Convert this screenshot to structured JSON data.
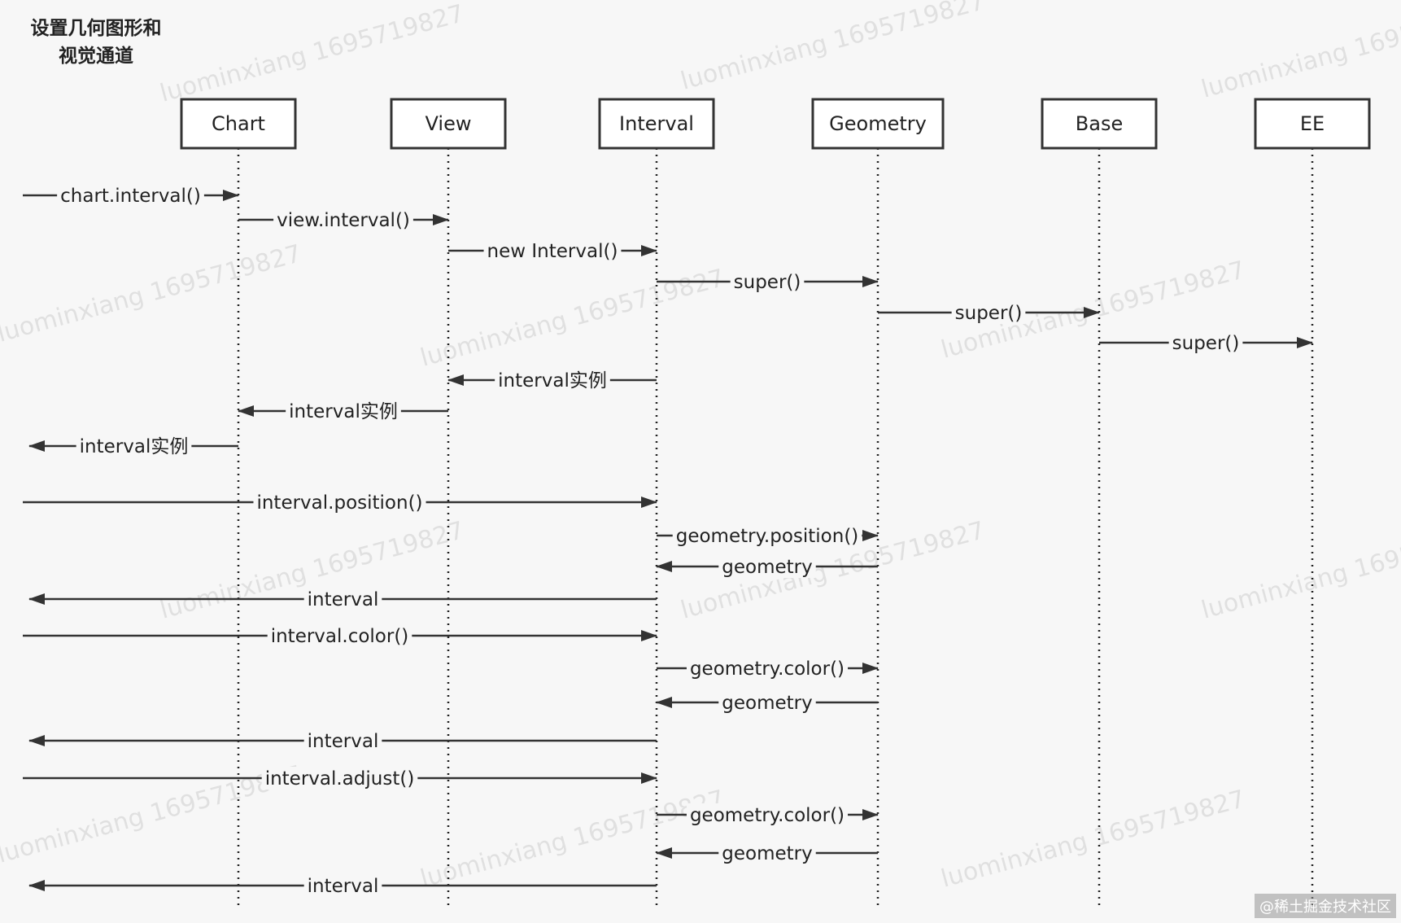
{
  "title": {
    "line1": "设置几何图形和",
    "line2": "视觉通道"
  },
  "watermark": {
    "text": "luominxiang 1695719827",
    "corner": "@稀土掘金技术社区"
  },
  "participants": [
    {
      "id": "chart",
      "label": "Chart"
    },
    {
      "id": "view",
      "label": "View"
    },
    {
      "id": "interval",
      "label": "Interval"
    },
    {
      "id": "geometry",
      "label": "Geometry"
    },
    {
      "id": "base",
      "label": "Base"
    },
    {
      "id": "ee",
      "label": "EE"
    }
  ],
  "messages": [
    {
      "label": "chart.interval()",
      "from": "external",
      "to": "chart"
    },
    {
      "label": "view.interval()",
      "from": "chart",
      "to": "view"
    },
    {
      "label": "new Interval()",
      "from": "view",
      "to": "interval"
    },
    {
      "label": "super()",
      "from": "interval",
      "to": "geometry"
    },
    {
      "label": "super()",
      "from": "geometry",
      "to": "base"
    },
    {
      "label": "super()",
      "from": "base",
      "to": "ee"
    },
    {
      "label": "interval实例",
      "from": "interval",
      "to": "view"
    },
    {
      "label": "interval实例",
      "from": "view",
      "to": "chart"
    },
    {
      "label": "interval实例",
      "from": "chart",
      "to": "external"
    },
    {
      "label": "interval.position()",
      "from": "external",
      "to": "interval"
    },
    {
      "label": "geometry.position()",
      "from": "interval",
      "to": "geometry"
    },
    {
      "label": "geometry",
      "from": "geometry",
      "to": "interval"
    },
    {
      "label": "interval",
      "from": "interval",
      "to": "external"
    },
    {
      "label": "interval.color()",
      "from": "external",
      "to": "interval"
    },
    {
      "label": "geometry.color()",
      "from": "interval",
      "to": "geometry"
    },
    {
      "label": "geometry",
      "from": "geometry",
      "to": "interval"
    },
    {
      "label": "interval",
      "from": "interval",
      "to": "external"
    },
    {
      "label": "interval.adjust()",
      "from": "external",
      "to": "interval"
    },
    {
      "label": "geometry.color()",
      "from": "interval",
      "to": "geometry"
    },
    {
      "label": "geometry",
      "from": "geometry",
      "to": "interval"
    },
    {
      "label": "interval",
      "from": "interval",
      "to": "external"
    }
  ]
}
